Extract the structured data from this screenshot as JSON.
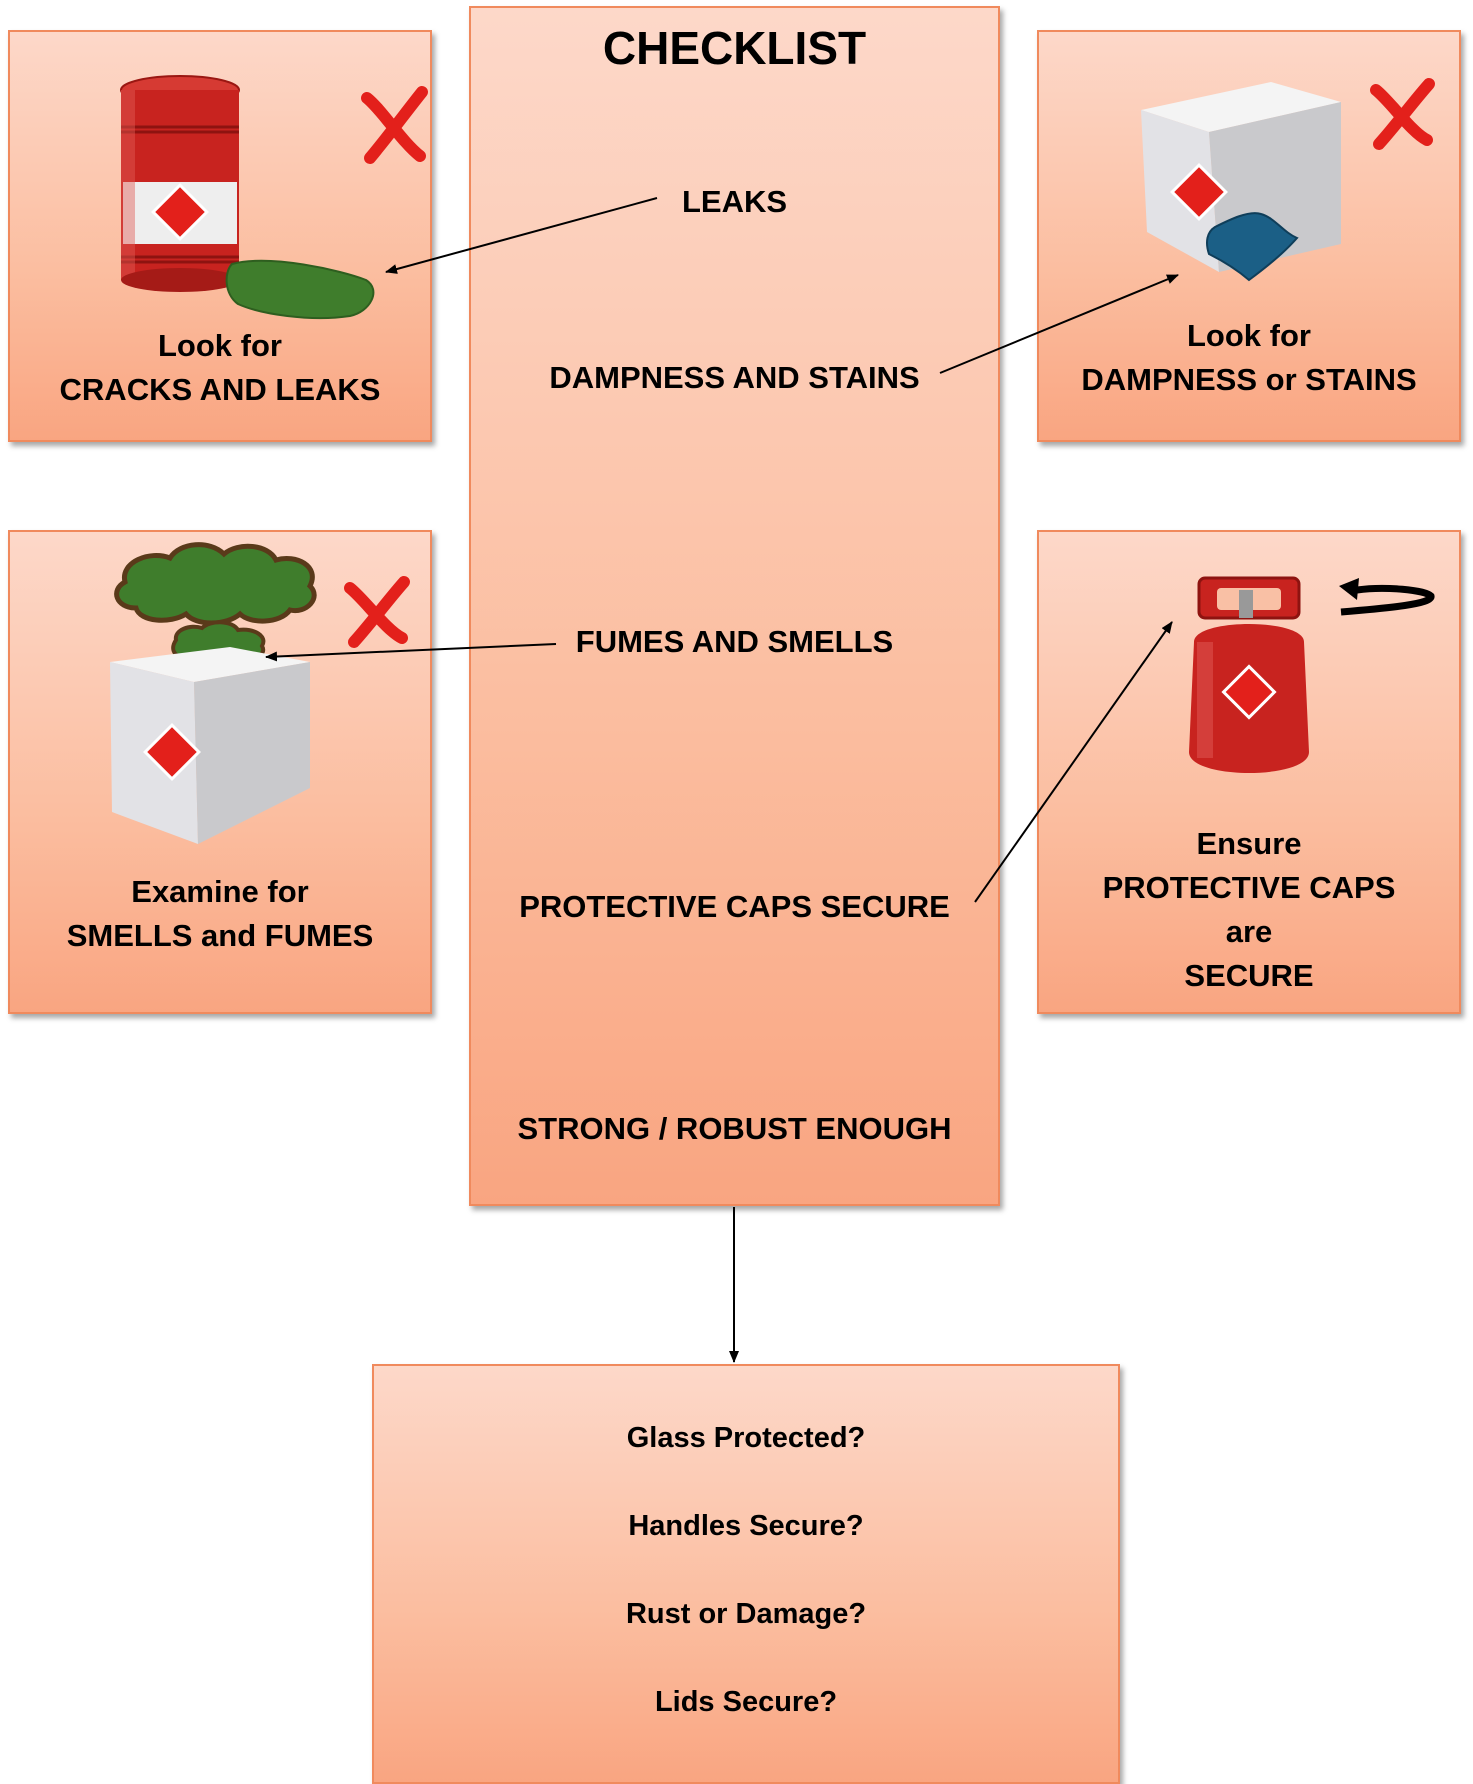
{
  "checklist": {
    "title": "CHECKLIST",
    "items": [
      "LEAKS",
      "DAMPNESS AND STAINS",
      "FUMES AND SMELLS",
      "PROTECTIVE CAPS SECURE",
      "STRONG / ROBUST ENOUGH"
    ]
  },
  "panels": {
    "leaks": {
      "line1": "Look for",
      "line2": "CRACKS AND LEAKS",
      "icon": "red-cross-icon"
    },
    "damp": {
      "line1": "Look for",
      "line2": "DAMPNESS or STAINS",
      "icon": "red-cross-icon"
    },
    "fumes": {
      "line1": "Examine for",
      "line2": "SMELLS and FUMES",
      "icon": "red-cross-icon"
    },
    "caps": {
      "line1": "Ensure",
      "line2": "PROTECTIVE CAPS",
      "line3": "are",
      "line4": "SECURE",
      "icon": "rotate-arrow-icon"
    }
  },
  "questions": [
    "Glass Protected?",
    "Handles Secure?",
    "Rust or Damage?",
    "Lids Secure?"
  ],
  "colors": {
    "box_top": "#fdd8c9",
    "box_bottom": "#f9a581",
    "border": "#f08a5d",
    "cross": "#e3201b",
    "drum": "#c8231f",
    "leak": "#3f7d2c",
    "stain": "#1b5f86"
  }
}
